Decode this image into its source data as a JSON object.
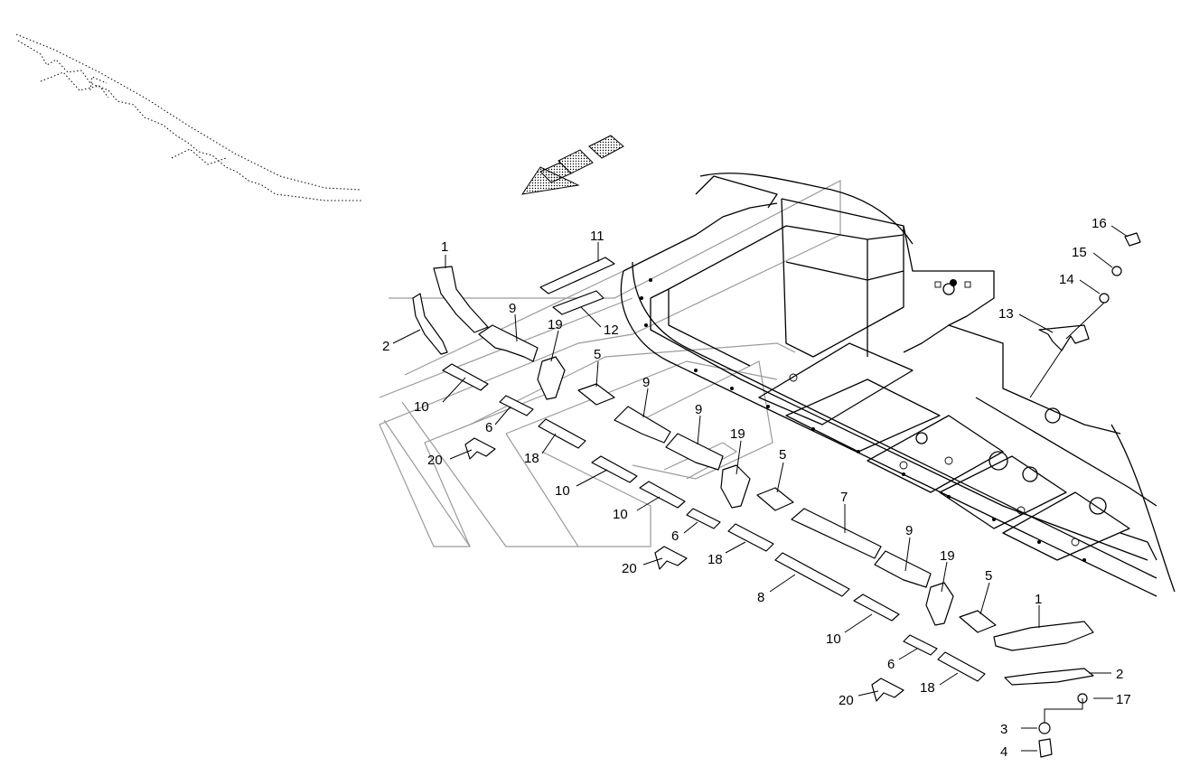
{
  "diagram": {
    "labels": {
      "p1_top": "1",
      "p2_left": "2",
      "p9_a": "9",
      "p11": "11",
      "p12": "12",
      "p19_a": "19",
      "p5_a": "5",
      "p10_a": "10",
      "p6_a": "6",
      "p20_a": "20",
      "p18_a": "18",
      "p9_b": "9",
      "p9_c": "9",
      "p19_b": "19",
      "p10_b": "10",
      "p10_c": "10",
      "p6_b": "6",
      "p20_b": "20",
      "p18_b": "18",
      "p5_b": "5",
      "p7": "7",
      "p8": "8",
      "p9_d": "9",
      "p19_c": "19",
      "p5_c": "5",
      "p1_bottom": "1",
      "p2_right": "2",
      "p10_d": "10",
      "p6_c": "6",
      "p18_c": "18",
      "p20_c": "20",
      "p17": "17",
      "p3": "3",
      "p4": "4",
      "p13": "13",
      "p14": "14",
      "p15": "15",
      "p16": "16"
    },
    "front_arrow": "direction-arrow"
  }
}
